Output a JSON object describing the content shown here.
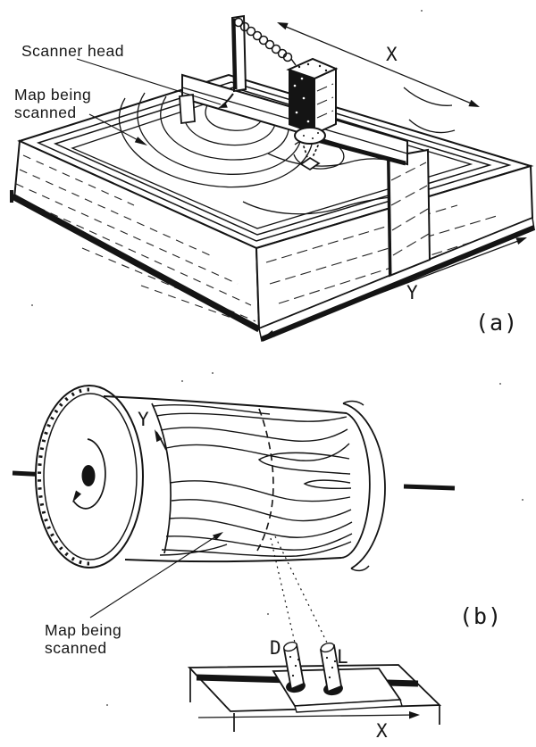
{
  "colors": {
    "ink": "#141414",
    "paper": "#ffffff"
  },
  "panel_a": {
    "tag": "(a)",
    "scanner_head_label": "Scanner head",
    "map_label_line1": "Map being",
    "map_label_line2": "scanned",
    "x_axis_label": "X",
    "y_axis_label": "Y"
  },
  "panel_b": {
    "tag": "(b)",
    "map_label_line1": "Map being",
    "map_label_line2": "scanned",
    "x_axis_label": "X",
    "y_axis_label": "Y",
    "detector_label": "D",
    "light_source_label": "L"
  }
}
